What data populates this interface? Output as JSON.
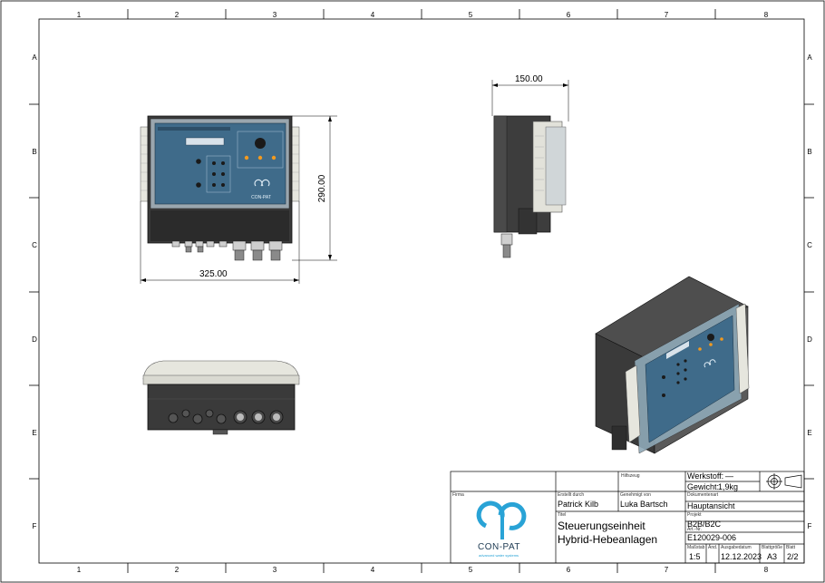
{
  "grid": {
    "columns": [
      "1",
      "2",
      "3",
      "4",
      "5",
      "6",
      "7",
      "8"
    ],
    "rows": [
      "A",
      "B",
      "C",
      "D",
      "E",
      "F"
    ]
  },
  "dimensions": {
    "side_width": "150.00",
    "front_height": "290.00",
    "front_width": "325.00"
  },
  "panel": {
    "brand": "CON-PAT"
  },
  "title_block": {
    "hilfszeug_label": "Hilfszeug",
    "werkstoff_label": "Werkstoff:",
    "werkstoff_value": "—",
    "gewicht_label": "Gewicht:",
    "gewicht_value": "1,9kg",
    "firma_label": "Firma",
    "erstellt_label": "Erstellt durch",
    "erstellt_value": "Patrick Kilb",
    "genehmigt_label": "Genehmigt von",
    "genehmigt_value": "Luka Bartsch",
    "dokumentart_label": "Dokumentenart",
    "dokumentart_value": "Hauptansicht",
    "titel_label": "Titel",
    "titel_line1": "Steuerungseinheit",
    "titel_line2": "Hybrid-Hebeanlagen",
    "projekt_label": "Projekt",
    "projekt_value": "B2B/B2C",
    "artnr_label": "Art.-Nr.",
    "artnr_value": "E120029-006",
    "massstab_label": "Maßstab",
    "massstab_value": "1:5",
    "aend_label": "Änd.",
    "ausgabe_label": "Ausgabedatum",
    "ausgabe_value": "12.12.2023",
    "blattgroesse_label": "Blattgröße",
    "blattgroesse_value": "A3",
    "blatt_label": "Blatt",
    "blatt_value": "2/2",
    "logo_text": "CON-PAT",
    "logo_subtext": "advanced water systems"
  },
  "colors": {
    "panel_blue": "#3f6b8a",
    "housing_dark": "#3a3a3a",
    "housing_grey": "#5a5a5a",
    "hinge_light": "#e0e0d8",
    "logo_blue": "#29a3d6",
    "line": "#000000"
  }
}
